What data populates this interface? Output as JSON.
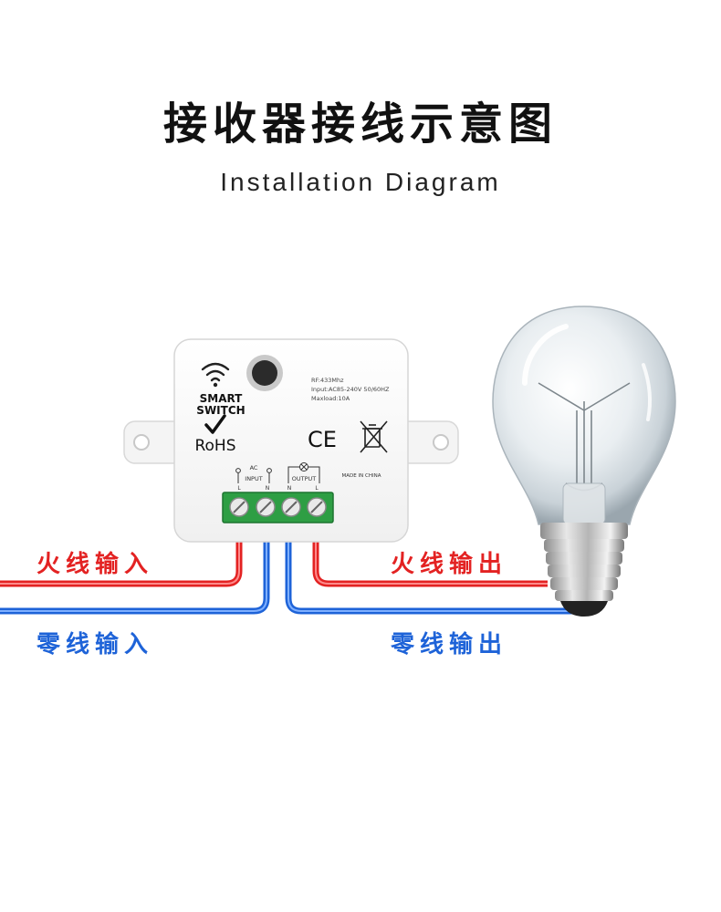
{
  "title": "接收器接线示意图",
  "subtitle": "Installation Diagram",
  "device": {
    "smart_label_line1": "SMART",
    "smart_label_line2": "SWITCH",
    "rohs": "RoHS",
    "ce": "CE",
    "spec_rf": "RF:433Mhz",
    "spec_input": "Input:AC85-240V 50/60HZ",
    "spec_maxload": "Maxload:10A",
    "made_in": "MADE IN CHINA",
    "ac": "AC",
    "input": "INPUT",
    "output": "OUTPUT",
    "term_l1": "L",
    "term_n1": "N",
    "term_n2": "N",
    "term_l2": "L"
  },
  "wires": {
    "live_in": "火线输入",
    "neutral_in": "零线输入",
    "live_out": "火线输出",
    "neutral_out": "零线输出"
  },
  "colors": {
    "live": "#e32222",
    "neutral": "#1e63d8",
    "terminal_block": "#2e9e44"
  },
  "icons": [
    "wifi-icon",
    "check-icon",
    "weee-bin-icon",
    "lamp-symbol-icon"
  ]
}
